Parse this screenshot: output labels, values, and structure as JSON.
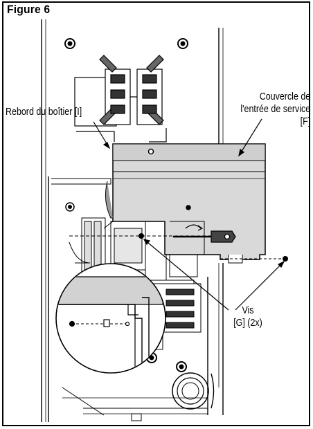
{
  "figure": {
    "title": "Figure 6"
  },
  "labels": {
    "enclosure_ledge": "Rebord du boîtier [I]",
    "service_cover_line1": "Couvercle de",
    "service_cover_line2": "l'entrée de service",
    "service_cover_line3": "[F]",
    "screws_line1": "Vis",
    "screws_line2": "[G] (2x)"
  },
  "colors": {
    "line": "#000000",
    "cover_fill": "#d9d9d9",
    "cover_top": "#cfcfcf",
    "dark_part": "#9a9a9a",
    "panel": "#ffffff"
  }
}
